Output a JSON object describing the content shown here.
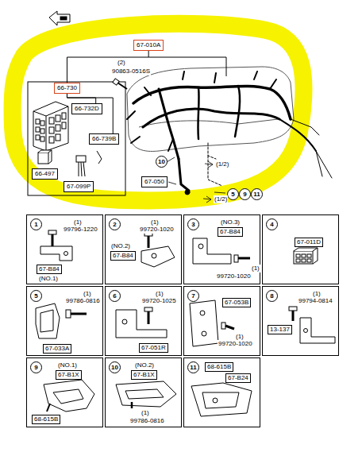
{
  "diagram": {
    "nodes": [
      {
        "text": [
          "67-010A"
        ]
      },
      {
        "text": [
          "66-730"
        ]
      },
      {
        "text": [
          "66-732D"
        ]
      },
      {
        "text": [
          "66-739B"
        ]
      },
      {
        "text": [
          "66-497"
        ]
      },
      {
        "text": [
          "67-099P"
        ]
      },
      {
        "text": [
          "67-050"
        ]
      },
      {
        "text": [
          "1",
          "(1)",
          "99796-1220",
          "67-B84",
          "(NO.1)"
        ]
      },
      {
        "text": [
          "2",
          "(1)",
          "99720-1020",
          "(NO.2)",
          "67-B84"
        ]
      },
      {
        "text": [
          "3",
          "(NO.3)",
          "67-B84",
          "99720-1020",
          "(1)"
        ]
      },
      {
        "text": [
          "4",
          "67-011D"
        ]
      },
      {
        "text": [
          "5",
          "(1)",
          "99786-0816",
          "67-033A"
        ]
      },
      {
        "text": [
          "6",
          "(1)",
          "99720-1025",
          "67-051R"
        ]
      },
      {
        "text": [
          "7",
          "67-053B",
          "(1)",
          "99720-1020"
        ]
      },
      {
        "text": [
          "8",
          "(1)",
          "99794-0814",
          "13-137"
        ]
      },
      {
        "text": [
          "9",
          "(NO.1)",
          "67-B1X",
          "68-615B"
        ]
      },
      {
        "text": [
          "10",
          "(NO.2)",
          "67-B1X",
          "(1)",
          "99786-0816"
        ]
      },
      {
        "text": [
          "11",
          "68-615B",
          "67-B24"
        ]
      }
    ],
    "edges": [
      {
        "from": 0,
        "to": 1,
        "arrow": "none"
      },
      {
        "from": 1,
        "to": 2,
        "arrow": "none"
      },
      {
        "from": 1,
        "to": 3,
        "arrow": "none"
      }
    ],
    "labels": [
      "(2)",
      "90863-0516S",
      "10",
      "(1/2)",
      "5",
      "9",
      "11",
      "(1/2)"
    ]
  }
}
